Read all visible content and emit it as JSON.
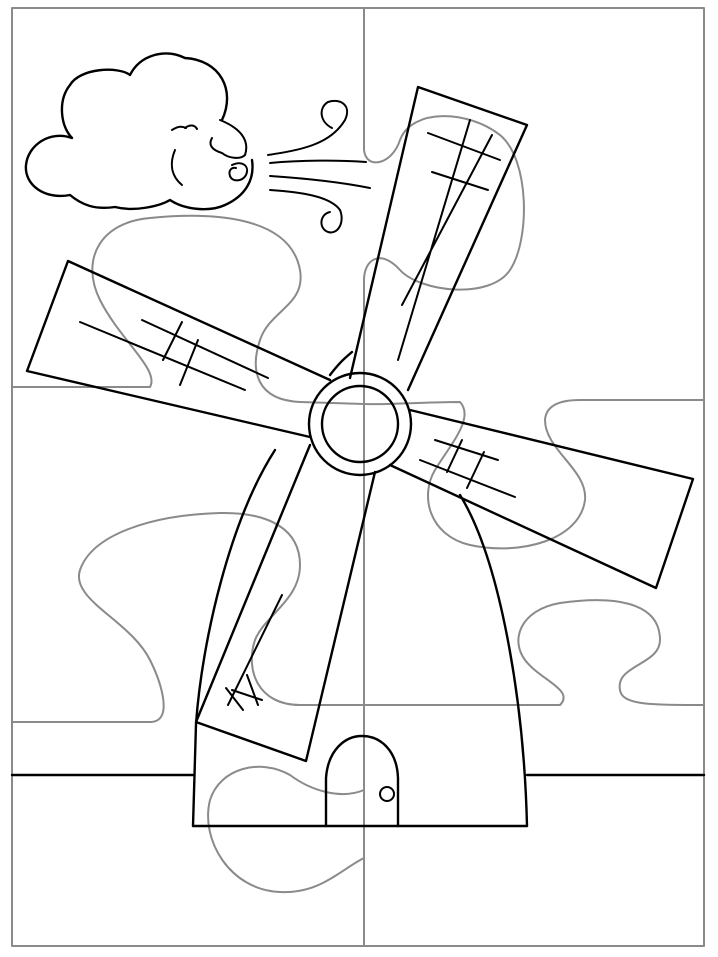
{
  "artwork": {
    "subject": "windmill-with-wind-cloud-jigsaw-coloring-page",
    "style": "line-art",
    "puzzle": {
      "columns": 2,
      "rows": 3,
      "piece_count": 6
    },
    "colors": {
      "background": "#ffffff",
      "line_art": "#000000",
      "puzzle_cut_lines": "#8a8a8a"
    }
  }
}
